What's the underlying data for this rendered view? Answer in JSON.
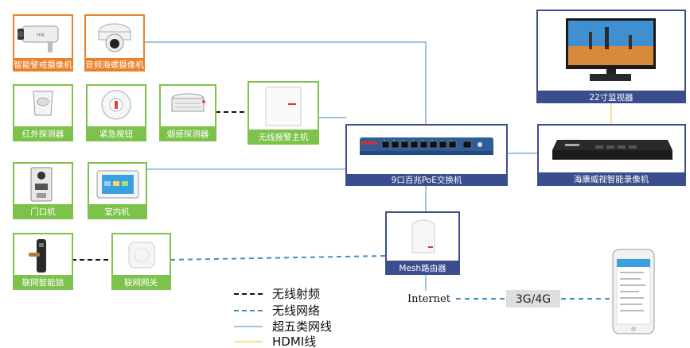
{
  "devices": {
    "alert_camera": "智能警戒摄像机",
    "audio_dome_camera": "音频海螺摄像机",
    "ir_detector": "红外探测器",
    "panic_button": "紧急按钮",
    "smoke_detector": "烟感探测器",
    "wireless_alarm_host": "无线报警主机",
    "door_station": "门口机",
    "indoor_station": "室内机",
    "smart_lock": "联网智能锁",
    "iot_gateway": "联网网关",
    "poe_switch": "9口百兆PoE交换机",
    "monitor": "22寸监视器",
    "nvr": "海康威视智能录像机",
    "mesh_router": "Mesh路由器"
  },
  "internet_label": "Internet",
  "mobile_network_label": "3G/4G",
  "legend": [
    {
      "label": "无线射频",
      "style": "black-dashed"
    },
    {
      "label": "无线网络",
      "style": "blue-dashed"
    },
    {
      "label": "超五类网线",
      "style": "blue-solid"
    },
    {
      "label": "HDMI线",
      "style": "yellow-solid"
    }
  ],
  "colors": {
    "orange_frame": "#e8822a",
    "green_frame": "#7dc24b",
    "navy": "#3a4d8c",
    "blue_line": "#3e8ec9",
    "black_line": "#111111",
    "yellow_line": "#f0c020"
  }
}
